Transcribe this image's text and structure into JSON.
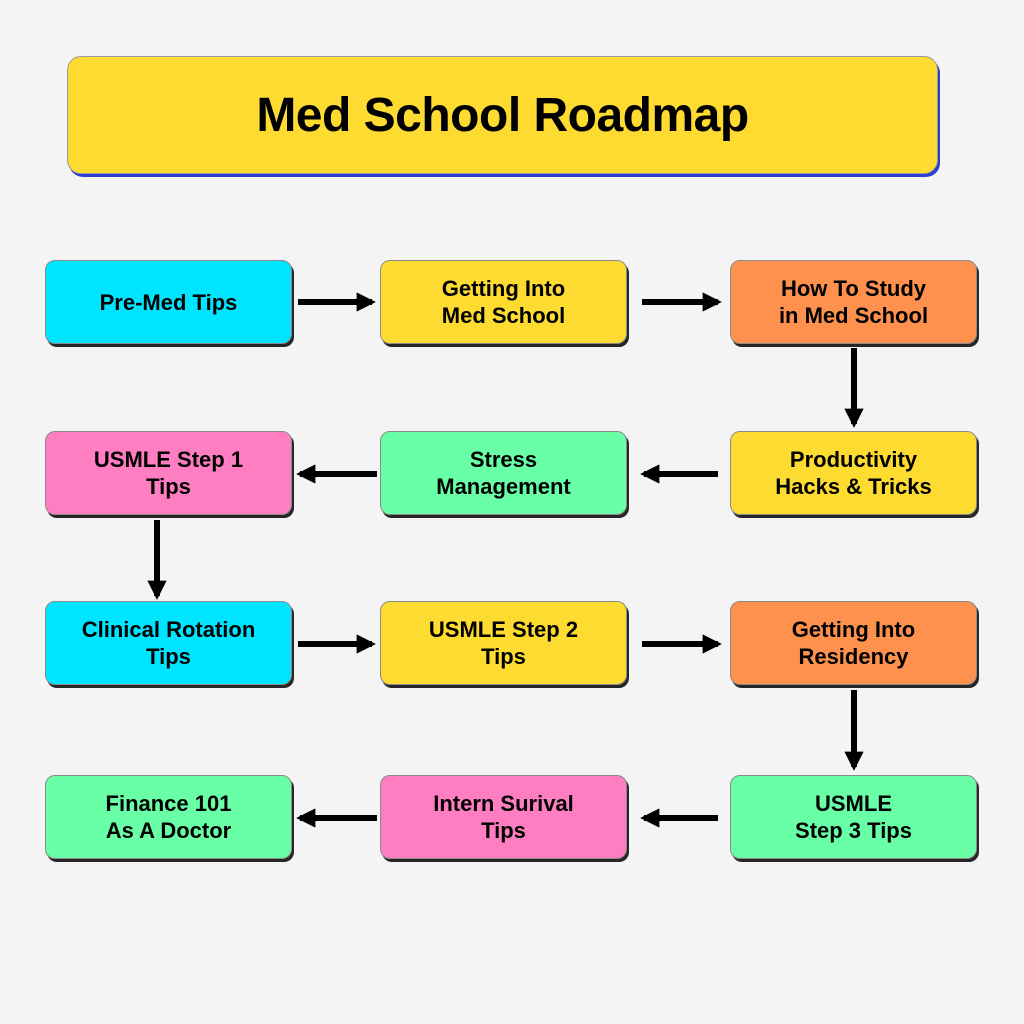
{
  "title": "Med School Roadmap",
  "colors": {
    "background": "#f4f4f4",
    "title_fill": "#fddb30",
    "cyan": "#00e5ff",
    "yellow": "#fddb30",
    "orange": "#fe914d",
    "mint": "#68ffa6",
    "pink": "#ff7ec2",
    "arrow": "#000000"
  },
  "nodes": [
    {
      "id": "pre-med-tips",
      "label": "Pre-Med Tips",
      "color": "#00e5ff"
    },
    {
      "id": "getting-into-med-school",
      "label": "Getting Into\nMed School",
      "color": "#fddb30"
    },
    {
      "id": "how-to-study",
      "label": "How To Study\nin Med School",
      "color": "#fe914d"
    },
    {
      "id": "productivity-hacks",
      "label": "Productivity\nHacks & Tricks",
      "color": "#fddb30"
    },
    {
      "id": "stress-management",
      "label": "Stress\nManagement",
      "color": "#68ffa6"
    },
    {
      "id": "usmle-step-1",
      "label": "USMLE Step 1\nTips",
      "color": "#ff7ec2"
    },
    {
      "id": "clinical-rotation",
      "label": "Clinical Rotation\nTips",
      "color": "#00e5ff"
    },
    {
      "id": "usmle-step-2",
      "label": "USMLE Step 2\nTips",
      "color": "#fddb30"
    },
    {
      "id": "getting-into-residency",
      "label": "Getting Into\nResidency",
      "color": "#fe914d"
    },
    {
      "id": "usmle-step-3",
      "label": "USMLE\nStep 3 Tips",
      "color": "#68ffa6"
    },
    {
      "id": "intern-survival",
      "label": "Intern Surival\nTips",
      "color": "#ff7ec2"
    },
    {
      "id": "finance-101",
      "label": "Finance 101\nAs A  Doctor",
      "color": "#68ffa6"
    }
  ],
  "edges": [
    {
      "from": "pre-med-tips",
      "to": "getting-into-med-school"
    },
    {
      "from": "getting-into-med-school",
      "to": "how-to-study"
    },
    {
      "from": "how-to-study",
      "to": "productivity-hacks"
    },
    {
      "from": "productivity-hacks",
      "to": "stress-management"
    },
    {
      "from": "stress-management",
      "to": "usmle-step-1"
    },
    {
      "from": "usmle-step-1",
      "to": "clinical-rotation"
    },
    {
      "from": "clinical-rotation",
      "to": "usmle-step-2"
    },
    {
      "from": "usmle-step-2",
      "to": "getting-into-residency"
    },
    {
      "from": "getting-into-residency",
      "to": "usmle-step-3"
    },
    {
      "from": "usmle-step-3",
      "to": "intern-survival"
    },
    {
      "from": "intern-survival",
      "to": "finance-101"
    }
  ]
}
